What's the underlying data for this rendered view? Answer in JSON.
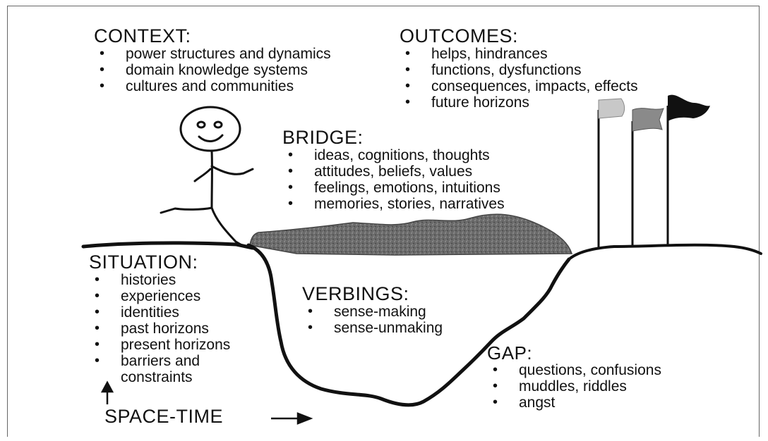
{
  "context": {
    "heading": "CONTEXT:",
    "items": [
      "power structures and dynamics",
      "domain knowledge systems",
      "cultures and communities"
    ]
  },
  "outcomes": {
    "heading": "OUTCOMES:",
    "items": [
      "helps, hindrances",
      "functions, dysfunctions",
      "consequences, impacts, effects",
      "future horizons"
    ]
  },
  "bridge": {
    "heading": "BRIDGE:",
    "items": [
      "ideas, cognitions, thoughts",
      "attitudes, beliefs, values",
      "feelings, emotions, intuitions",
      "memories, stories, narratives"
    ]
  },
  "situation": {
    "heading": "SITUATION:",
    "items": [
      "histories",
      "experiences",
      "identities",
      "past horizons",
      "present horizons",
      "barriers and"
    ],
    "continuation": "constraints"
  },
  "verbings": {
    "heading": "VERBINGS:",
    "items": [
      "sense-making",
      "sense-unmaking"
    ]
  },
  "gap": {
    "heading": "GAP:",
    "items": [
      "questions, confusions",
      "muddles, riddles",
      "angst"
    ]
  },
  "axis": {
    "label": "SPACE-TIME"
  },
  "colors": {
    "ink": "#111111",
    "bridge_fill": "#555555",
    "flag_light": "#bbbbbb",
    "flag_mid": "#888888",
    "flag_dark": "#111111"
  }
}
